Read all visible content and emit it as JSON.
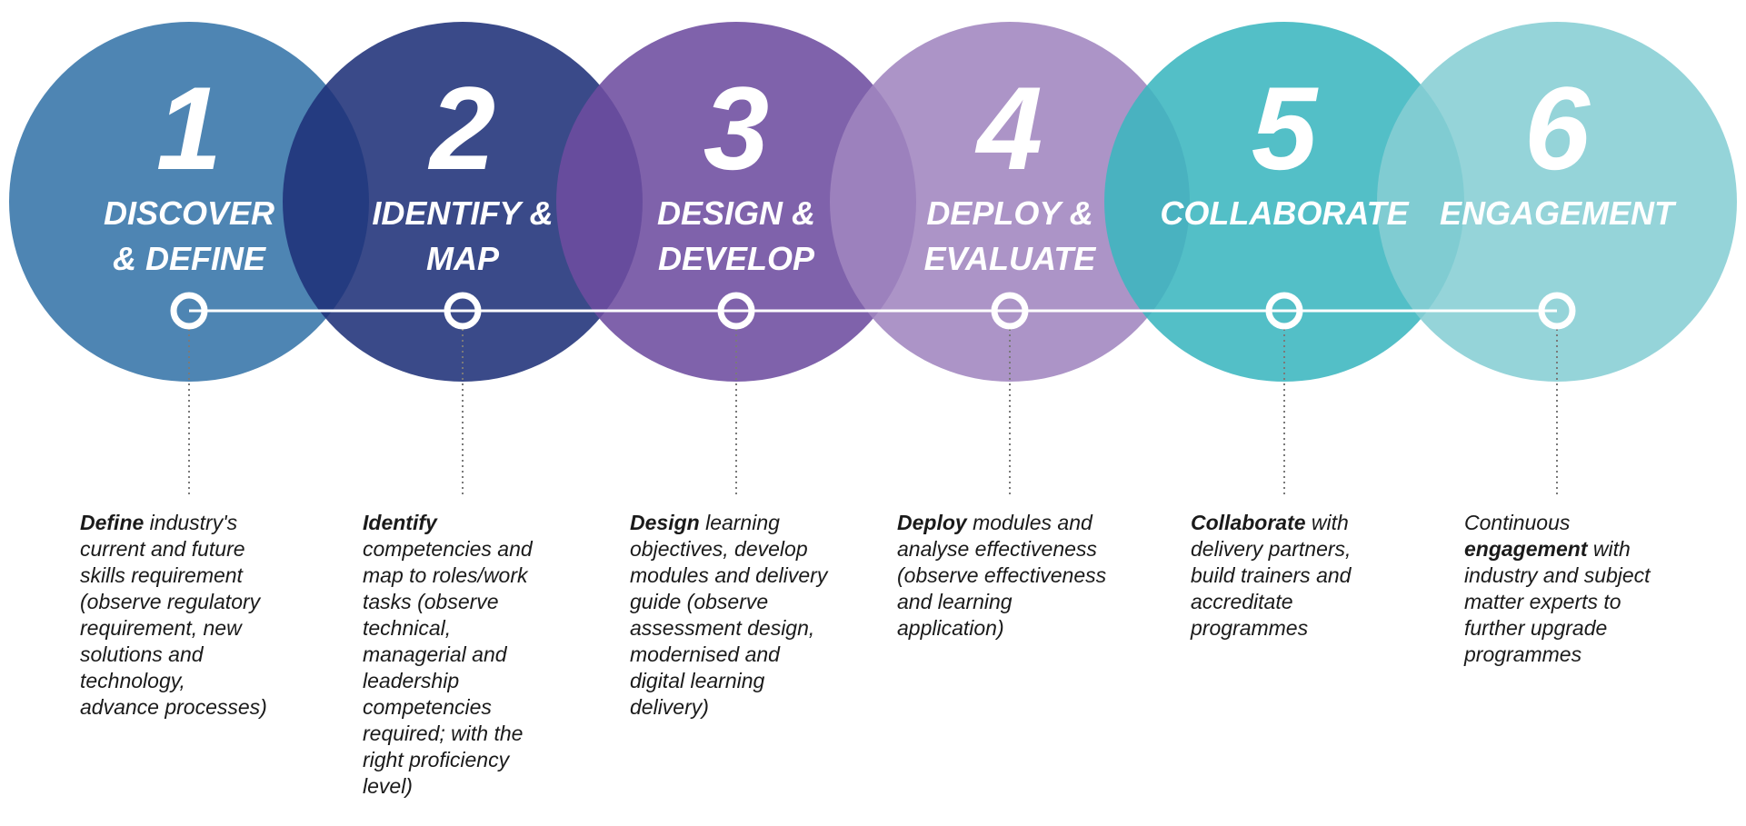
{
  "colors": {
    "phase_1": "#3574a8",
    "phase_2": "#1f3179",
    "phase_3": "#6d4c9f",
    "phase_4": "#a085bf",
    "phase_5": "#3bb6bf",
    "phase_6": "#86ced4",
    "timeline": "#ffffff",
    "connector": "#7a7a7a"
  },
  "phases": [
    {
      "number": "1",
      "name_lines": [
        "DISCOVER",
        "& DEFINE"
      ],
      "desc_lead": "",
      "desc_bold": "Define",
      "desc_tail": " industry's\ncurrent and future\nskills requirement\n(observe regulatory\nrequirement, new\nsolutions and\ntechnology,\nadvance processes)"
    },
    {
      "number": "2",
      "name_lines": [
        "IDENTIFY &",
        "MAP"
      ],
      "desc_lead": "",
      "desc_bold": "Identify",
      "desc_tail": "\ncompetencies and\nmap to roles/work\ntasks (observe\ntechnical,\nmanagerial and\nleadership\ncompetencies\nrequired; with the\nright proficiency\nlevel)"
    },
    {
      "number": "3",
      "name_lines": [
        "DESIGN &",
        "DEVELOP"
      ],
      "desc_lead": "",
      "desc_bold": "Design",
      "desc_tail": " learning\nobjectives, develop\nmodules and delivery\nguide (observe\nassessment design,\nmodernised and\ndigital learning\ndelivery)"
    },
    {
      "number": "4",
      "name_lines": [
        "DEPLOY &",
        "EVALUATE"
      ],
      "desc_lead": "",
      "desc_bold": "Deploy",
      "desc_tail": " modules and\nanalyse effectiveness\n(observe effectiveness\nand learning\napplication)"
    },
    {
      "number": "5",
      "name_lines": [
        "COLLABORATE"
      ],
      "desc_lead": "",
      "desc_bold": "Collaborate",
      "desc_tail": " with\ndelivery partners,\nbuild trainers and\naccreditate\nprogrammes"
    },
    {
      "number": "6",
      "name_lines": [
        "ENGAGEMENT"
      ],
      "desc_lead": "Continuous\n",
      "desc_bold": "engagement",
      "desc_tail": " with\nindustry and subject\nmatter experts to\nfurther upgrade\nprogrammes"
    }
  ]
}
